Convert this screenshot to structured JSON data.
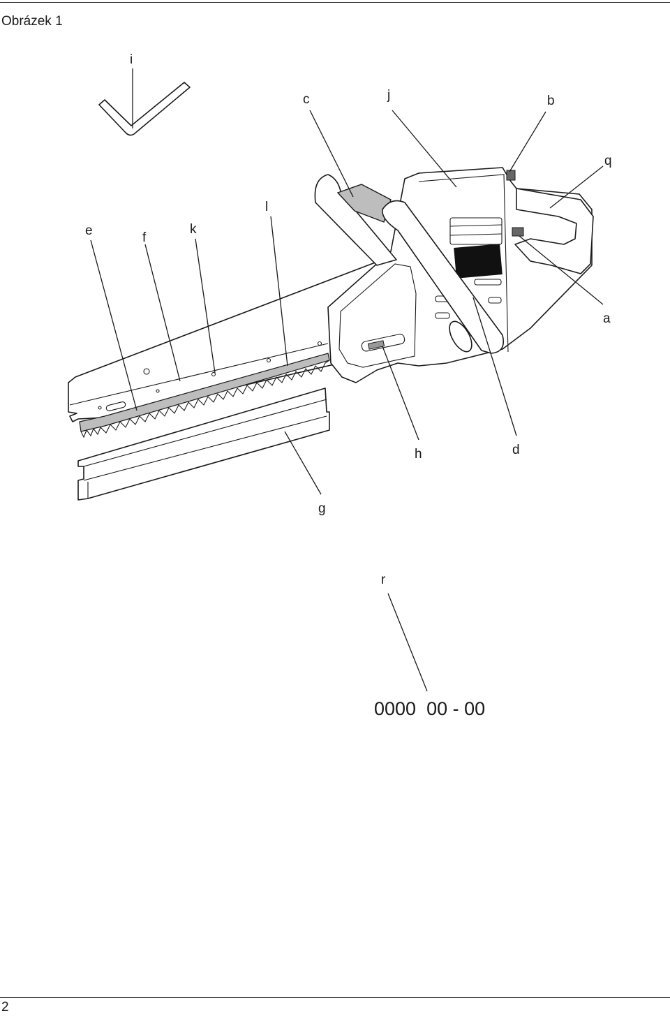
{
  "header": {
    "figure_title": "Obrázek 1"
  },
  "footer": {
    "page_number": "2"
  },
  "figure": {
    "callouts": [
      "i",
      "c",
      "j",
      "b",
      "q",
      "e",
      "f",
      "k",
      "l",
      "a",
      "h",
      "d",
      "g",
      "r"
    ],
    "serial_label": "0000  00 - 00"
  }
}
